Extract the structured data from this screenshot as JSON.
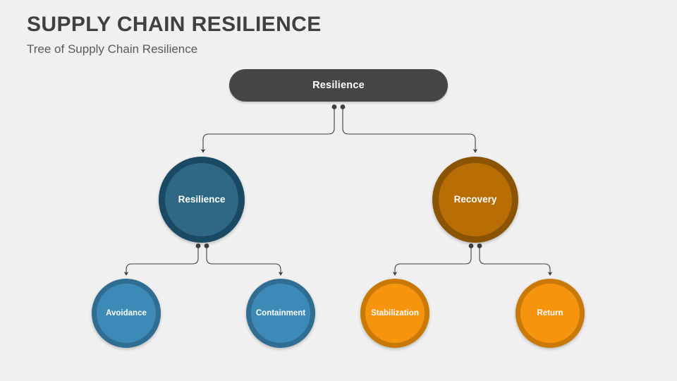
{
  "header": {
    "title": "SUPPLY CHAIN RESILIENCE",
    "subtitle": "Tree of Supply Chain Resilience"
  },
  "colors": {
    "background": "#f0f0f0",
    "title_text": "#404040",
    "subtitle_text": "#5a5a5a",
    "root_fill": "#454545",
    "node_label_text": "#ffffff",
    "branch_blue_fill": "#2f6884",
    "branch_blue_ring": "#1a4a63",
    "branch_orange_fill": "#b96e05",
    "branch_orange_ring": "#8a5404",
    "leaf_blue_fill": "#3d8ab8",
    "leaf_blue_ring": "#2f6e92",
    "leaf_orange_fill": "#f7940d",
    "leaf_orange_ring": "#c97a06",
    "connector_line": "#3f3f3f"
  },
  "diagram": {
    "root": {
      "label": "Resilience",
      "shape": "rounded-rectangle"
    },
    "branches": [
      {
        "label": "Resilience",
        "shape": "circle",
        "side": "left",
        "children": [
          {
            "label": "Avoidance",
            "shape": "circle"
          },
          {
            "label": "Containment",
            "shape": "circle"
          }
        ]
      },
      {
        "label": "Recovery",
        "shape": "circle",
        "side": "right",
        "children": [
          {
            "label": "Stabilization",
            "shape": "circle"
          },
          {
            "label": "Return",
            "shape": "circle"
          }
        ]
      }
    ]
  }
}
